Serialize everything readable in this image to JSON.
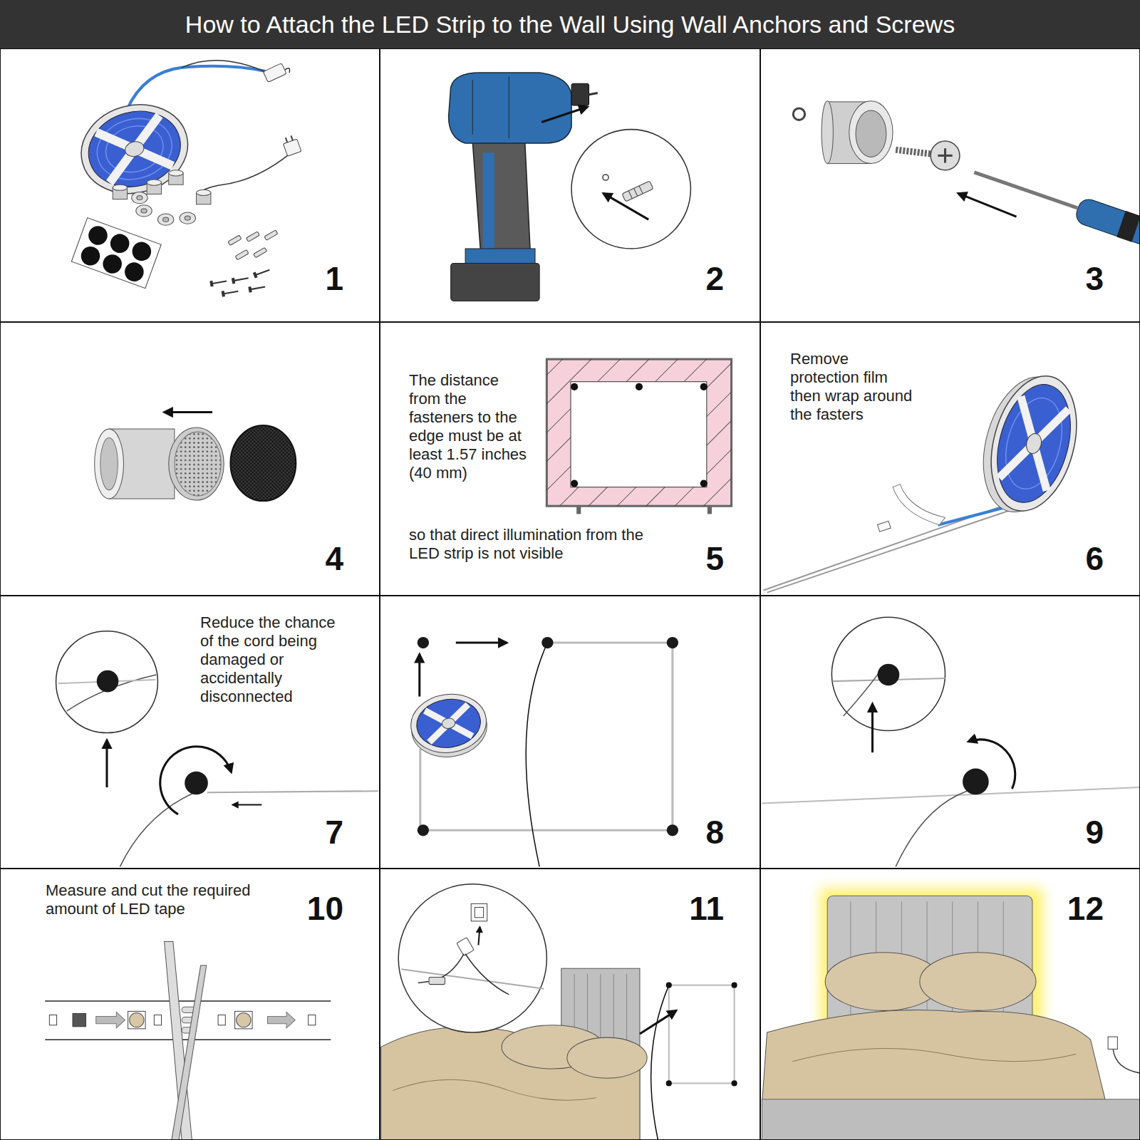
{
  "diagram": {
    "title": "How to Attach the LED Strip to the Wall Using Wall Anchors and Screws",
    "nodes": [
      {
        "text": [
          "1"
        ]
      },
      {
        "text": [
          "2"
        ]
      },
      {
        "text": [
          "3"
        ]
      },
      {
        "text": [
          "4"
        ]
      },
      {
        "text": [
          "The distance from the fasteners to the edge must be at least 1.57 inches (40 mm)",
          "so that direct illumination from the LED strip is not visible",
          "5"
        ]
      },
      {
        "text": [
          "Remove protection film then wrap around the fasters",
          "6"
        ]
      },
      {
        "text": [
          "Reduce the chance of the cord being damaged or accidentally disconnected",
          "7"
        ]
      },
      {
        "text": [
          "8"
        ]
      },
      {
        "text": [
          "9"
        ]
      },
      {
        "text": [
          "Measure and cut the required amount of LED tape",
          "10"
        ]
      },
      {
        "text": [
          "11"
        ]
      },
      {
        "text": [
          "12"
        ]
      }
    ]
  }
}
